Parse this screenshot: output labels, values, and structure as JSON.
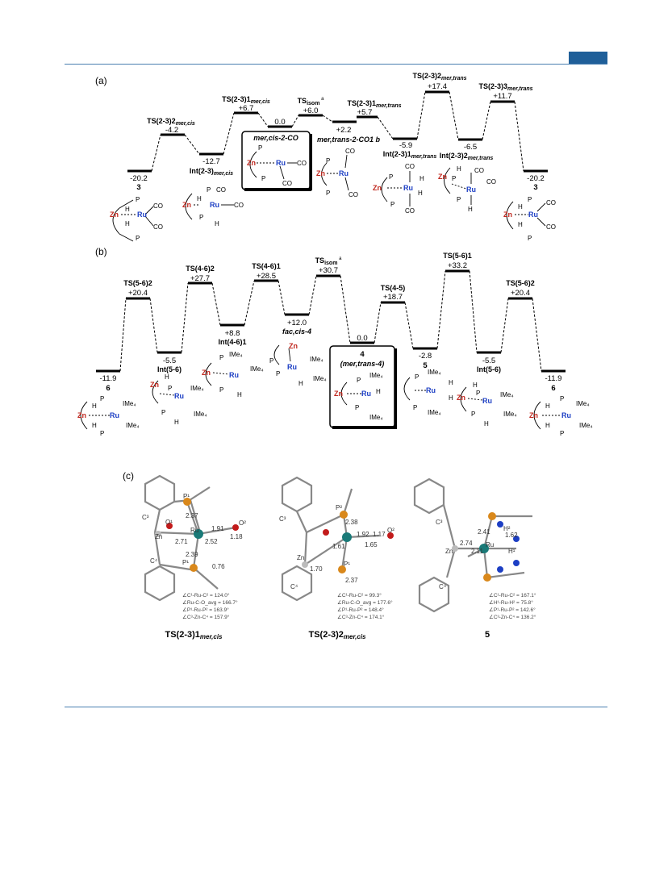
{
  "panels": {
    "a": "(a)",
    "b": "(b)",
    "c": "(c)"
  },
  "panel_a": {
    "levels": [
      {
        "name": "3",
        "value": "-20.2"
      },
      {
        "name": "TS(2-3)2mer,cis",
        "value": "-4.2"
      },
      {
        "name": "Int(2-3)mer,cis",
        "value": "-12.7"
      },
      {
        "name": "TS(2-3)1mer,cis",
        "value": "+6.7"
      },
      {
        "name": "mer,cis-2-CO",
        "value": "0.0"
      },
      {
        "name": "TSisom a",
        "value": "+6.0"
      },
      {
        "name": "mer,trans-2-CO1 b",
        "value": "+2.2"
      },
      {
        "name": "TS(2-3)1mer,trans",
        "value": "+5.7"
      },
      {
        "name": "Int(2-3)1mer,trans",
        "value": "-5.9"
      },
      {
        "name": "TS(2-3)2mer,trans",
        "value": "+17.4"
      },
      {
        "name": "Int(2-3)2mer,trans",
        "value": "-6.5"
      },
      {
        "name": "TS(2-3)3mer,trans",
        "value": "+11.7"
      },
      {
        "name": "3",
        "value": "-20.2"
      }
    ]
  },
  "panel_b": {
    "levels": [
      {
        "name": "6",
        "value": "-11.9"
      },
      {
        "name": "TS(5-6)2",
        "value": "+20.4"
      },
      {
        "name": "Int(5-6)",
        "value": "-5.5"
      },
      {
        "name": "TS(4-6)2",
        "value": "+27.7"
      },
      {
        "name": "Int(4-6)1",
        "value": "+8.8"
      },
      {
        "name": "TS(4-6)1",
        "value": "+28.5"
      },
      {
        "name": "fac,cis-4",
        "value": "+12.0"
      },
      {
        "name": "TSisom a",
        "value": "+30.7"
      },
      {
        "name": "4 (mer,trans-4)",
        "value": "0.0"
      },
      {
        "name": "TS(4-5)",
        "value": "+18.7"
      },
      {
        "name": "5",
        "value": "-2.8"
      },
      {
        "name": "TS(5-6)1",
        "value": "+33.2"
      },
      {
        "name": "Int(5-6)",
        "value": "-5.5"
      },
      {
        "name": "TS(5-6)2",
        "value": "+20.4"
      },
      {
        "name": "6",
        "value": "-11.9"
      }
    ]
  },
  "panel_c": {
    "structures": [
      {
        "caption": "TS(2-3)1mer,cis",
        "angles": [
          "∠C¹-Ru-C² = 124.0°",
          "∠Ru-C-O_avg = 166.7°",
          "∠P¹-Ru-P² = 163.9°",
          "∠C³-Zn-C⁴ = 157.9°"
        ]
      },
      {
        "caption": "TS(2-3)2mer,cis",
        "angles": [
          "∠C¹-Ru-C² = 99.3°",
          "∠Ru-C-O_avg = 177.6°",
          "∠P¹-Ru-P² = 148.4°",
          "∠C³-Zn-C⁴ = 174.1°"
        ]
      },
      {
        "caption": "5",
        "angles": [
          "∠C¹-Ru-C² = 167.1°",
          "∠H¹-Ru-H² = 75.8°",
          "∠P¹-Ru-P² = 142.6°",
          "∠C³-Zn-C⁴ = 136.2°"
        ]
      }
    ]
  },
  "colors": {
    "zn": "#c0281f",
    "ru": "#1d3fc4",
    "rule": "#4a7fb0",
    "corner": "#1f5f99"
  }
}
